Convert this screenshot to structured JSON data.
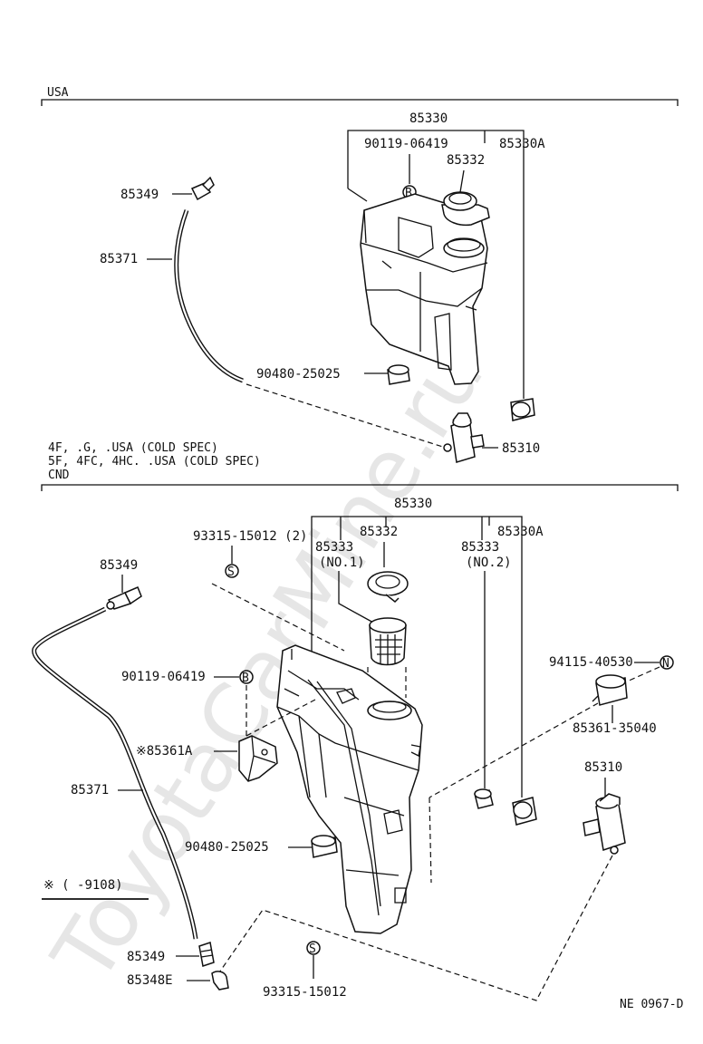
{
  "watermark": "ToyotaCarMine.ru",
  "sections": {
    "top": "USA",
    "bottom_line1": "4F, .G, .USA (COLD SPEC)",
    "bottom_line2": "5F, 4FC, 4HC. .USA (COLD SPEC)",
    "bottom_line3": "CND"
  },
  "top_parts": {
    "tank_assy": "85330",
    "bolt": "90119-06419",
    "bolt_marker": "B",
    "cap": "85332",
    "grommet_a": "85330A",
    "nozzle": "85349",
    "hose": "85371",
    "grommet": "90480-25025",
    "motor": "85310"
  },
  "bottom_parts": {
    "tank_assy": "85330",
    "screw_top": "93315-15012 (2)",
    "screw_marker": "S",
    "cap": "85332",
    "strainer_1": "85333",
    "strainer_1_note": "(NO.1)",
    "strainer_2": "85333",
    "strainer_2_note": "(NO.2)",
    "grommet_a": "85330A",
    "nozzle_top": "85349",
    "bolt": "90119-06419",
    "bolt_marker": "B",
    "nut": "94115-40530",
    "nut_marker": "N",
    "clamp": "85361-35040",
    "bracket": "※85361A",
    "motor": "85310",
    "hose": "85371",
    "grommet": "90480-25025",
    "footnote": "※ (    -9108)",
    "nozzle_bottom": "85349",
    "elbow": "85348E",
    "screw_bottom": "93315-15012"
  },
  "code": "NE 0967-D"
}
